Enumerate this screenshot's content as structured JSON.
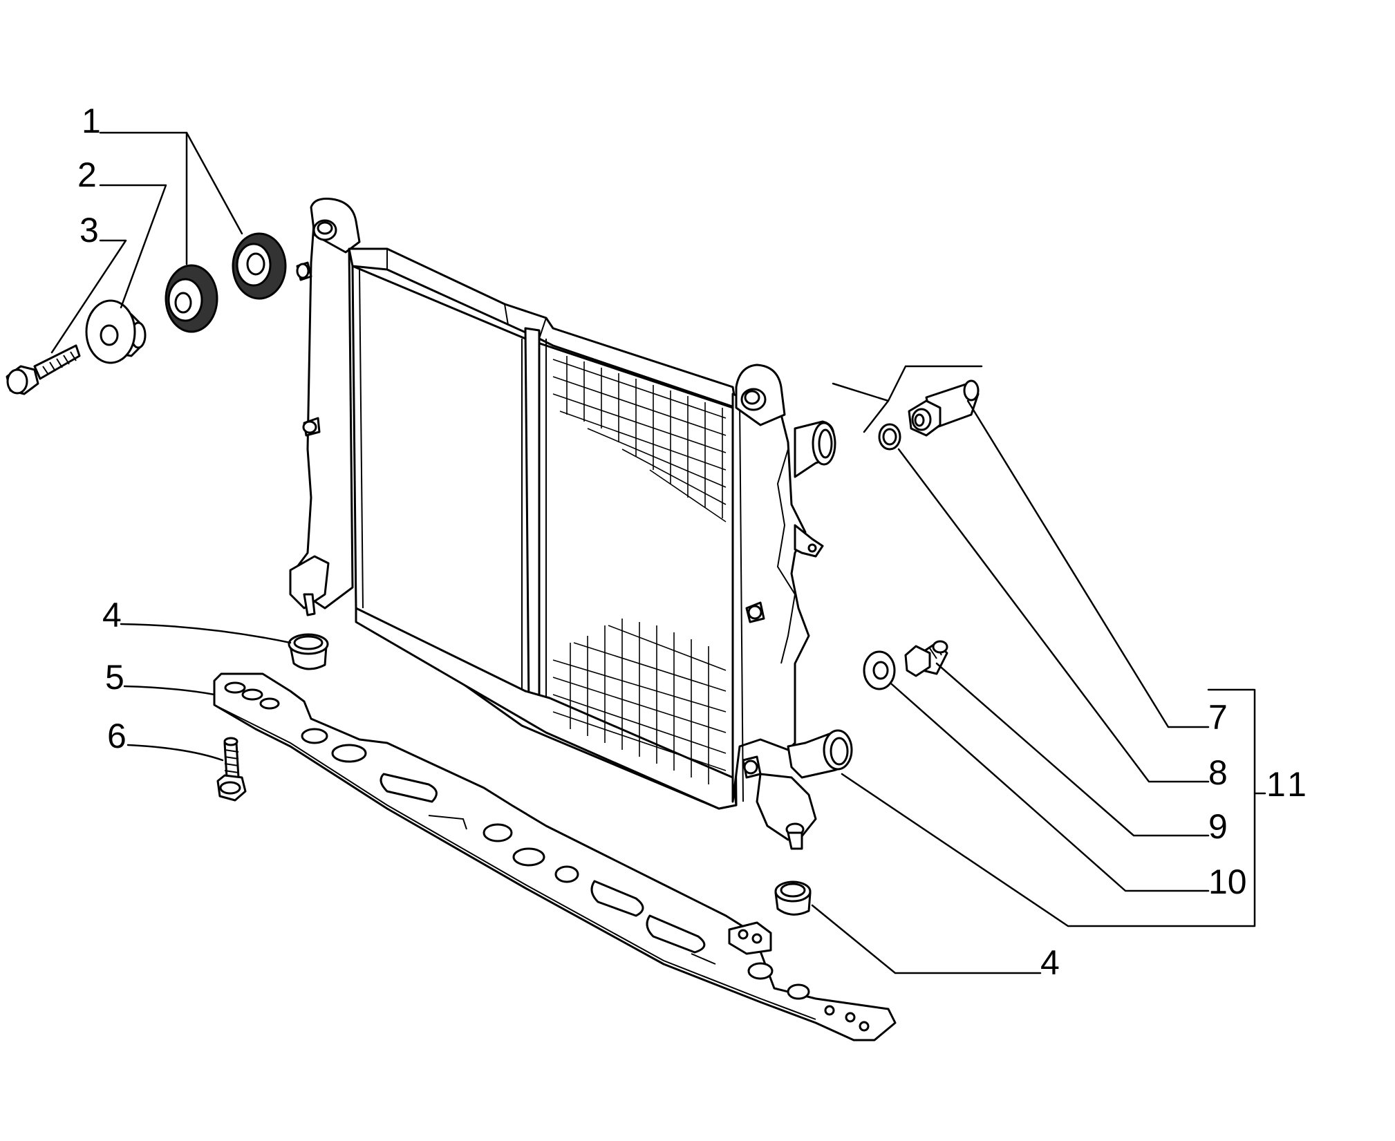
{
  "diagram": {
    "callouts": {
      "c1": "1",
      "c2": "2",
      "c3": "3",
      "c4_left": "4",
      "c5": "5",
      "c6": "6",
      "c7": "7",
      "c8": "8",
      "c9": "9",
      "c10": "10",
      "c11": "11",
      "c4_right": "4"
    }
  }
}
